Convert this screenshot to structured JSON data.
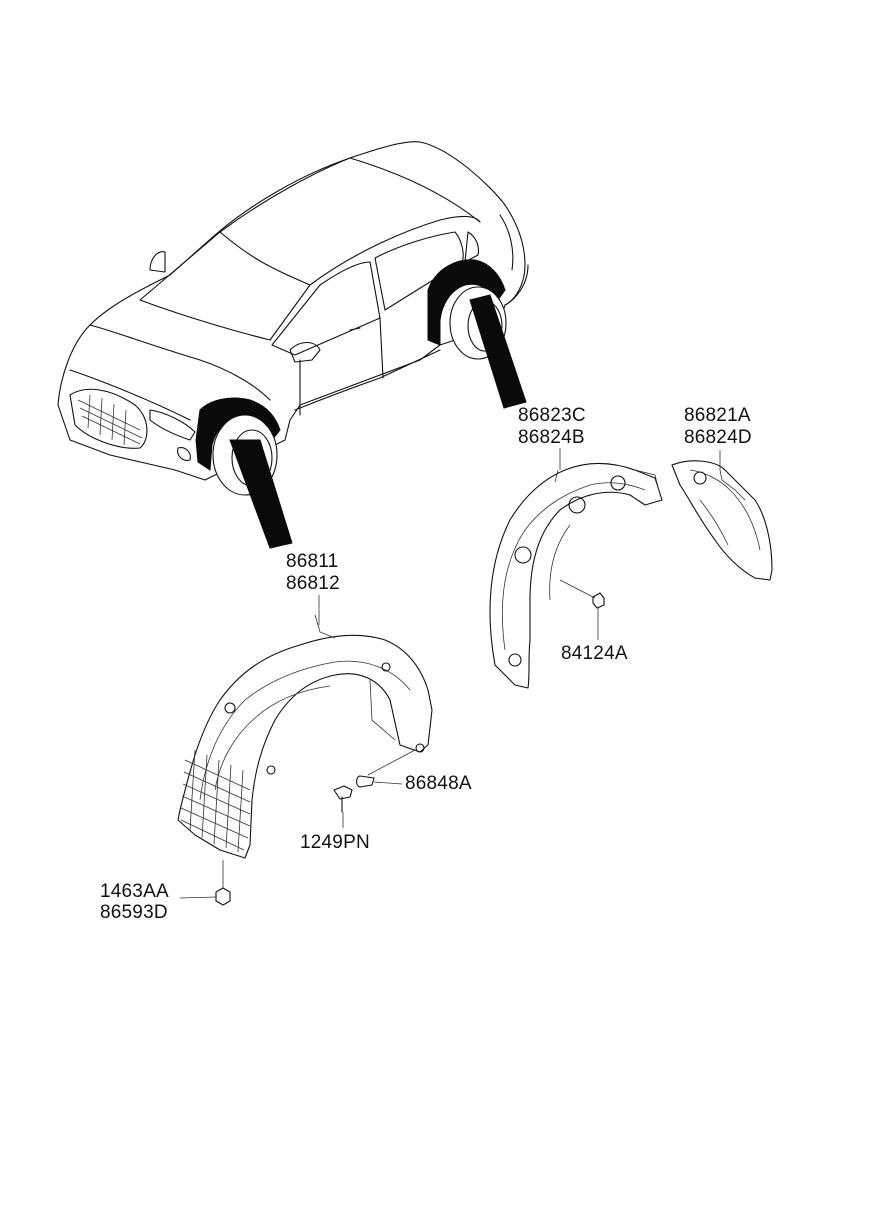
{
  "labels": {
    "rear_liner_outer": [
      "86823C",
      "86824B"
    ],
    "rear_liner_inner": [
      "86821A",
      "86824D"
    ],
    "front_liner": [
      "86811",
      "86812"
    ],
    "rear_nut": "84124A",
    "clip": "86848A",
    "screw": "1249PN",
    "bottom_fasteners": [
      "1463AA",
      "86593D"
    ]
  },
  "colors": {
    "line": "#111111",
    "fill_highlight": "#0a0a0a",
    "background": "#ffffff"
  }
}
